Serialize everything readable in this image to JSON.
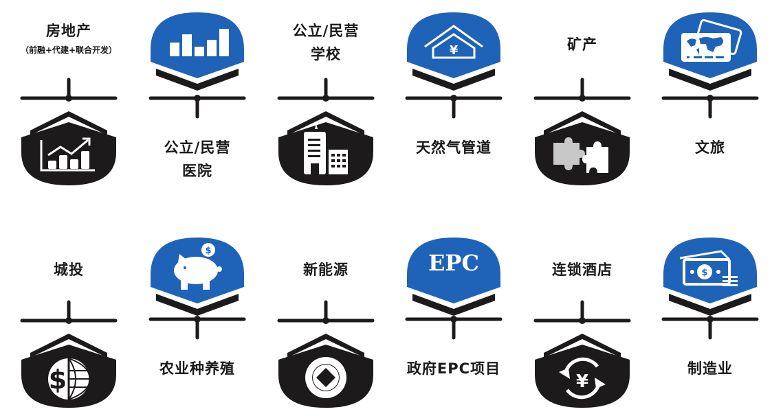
{
  "colors": {
    "blue": "#1f63b8",
    "black": "#1c1a1a",
    "text": "#1a1a1a"
  },
  "rows": [
    {
      "items": [
        {
          "label": "房地产",
          "sublabel": "（前融+代建+联合开发）",
          "icon": "rising-chart-icon",
          "badge": "black",
          "label_pos": "top"
        },
        {
          "label": "公立/民营",
          "label2": "医院",
          "icon": "bar-chart-icon",
          "badge": "blue",
          "label_pos": "bottom"
        },
        {
          "label": "公立/民营",
          "label2": "学校",
          "icon": "buildings-icon",
          "badge": "black",
          "label_pos": "top"
        },
        {
          "label": "天然气管道",
          "icon": "house-yuan-icon",
          "badge": "blue",
          "label_pos": "bottom"
        },
        {
          "label": "矿产",
          "icon": "puzzle-icon",
          "badge": "black",
          "label_pos": "top"
        },
        {
          "label": "文旅",
          "icon": "world-card-icon",
          "badge": "blue",
          "label_pos": "bottom"
        }
      ]
    },
    {
      "items": [
        {
          "label": "城投",
          "icon": "dollar-globe-icon",
          "badge": "black",
          "label_pos": "top"
        },
        {
          "label": "农业种养殖",
          "icon": "piggy-bank-icon",
          "badge": "blue",
          "label_pos": "bottom"
        },
        {
          "label": "新能源",
          "icon": "coin-diamond-icon",
          "badge": "black",
          "label_pos": "top"
        },
        {
          "label": "政府EPC项目",
          "icon": "epc-text-icon",
          "icon_text": "EPC",
          "badge": "blue",
          "label_pos": "bottom"
        },
        {
          "label": "连锁酒店",
          "icon": "yuan-exchange-icon",
          "badge": "black",
          "label_pos": "top"
        },
        {
          "label": "制造业",
          "icon": "cash-money-icon",
          "badge": "blue",
          "label_pos": "bottom"
        }
      ]
    }
  ]
}
